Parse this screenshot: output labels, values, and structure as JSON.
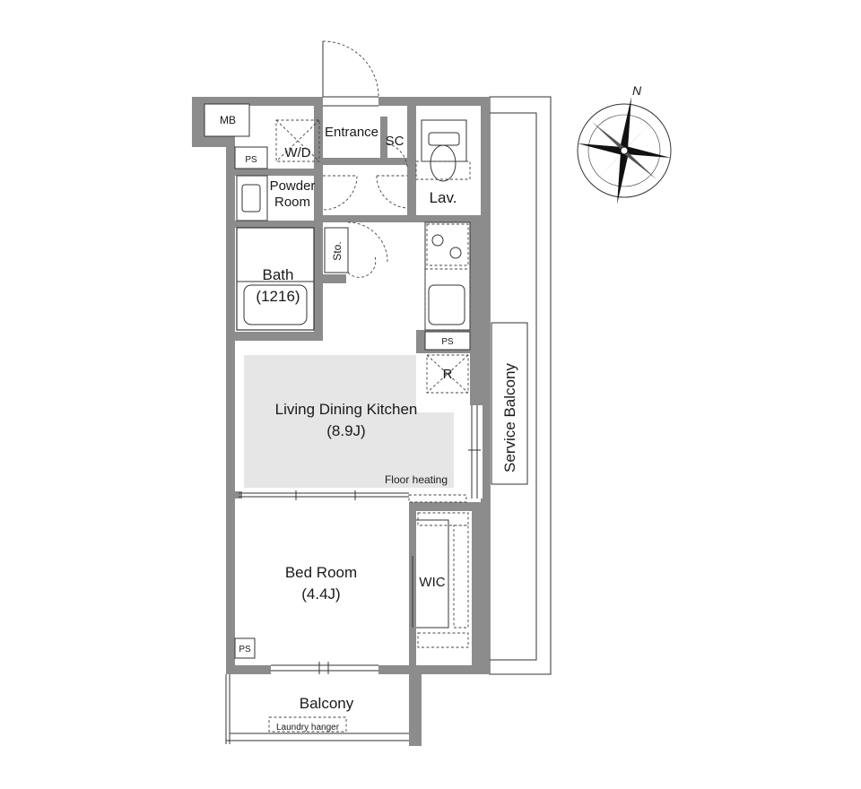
{
  "rooms": {
    "mb": "MB",
    "ps_top": "PS",
    "wd": "W/D",
    "entrance": "Entrance",
    "sc": "SC",
    "lav": "Lav.",
    "powder_line1": "Powder",
    "powder_line2": "Room",
    "sto": "Sto.",
    "bath": "Bath",
    "bath_size": "(1216)",
    "ps_kitchen": "PS",
    "fridge": "R",
    "ldk": "Living Dining Kitchen",
    "ldk_size": "(8.9J)",
    "floor_heating": "Floor heating",
    "service_balcony": "Service Balcony",
    "bedroom": "Bed Room",
    "bedroom_size": "(4.4J)",
    "wic": "WIC",
    "ps_bed": "PS",
    "balcony": "Balcony",
    "laundry": "Laundry hanger"
  },
  "compass": {
    "north": "N"
  },
  "colors": {
    "wall": "#8c8c8c",
    "floor_heating": "#e6e6e6",
    "line": "#333333"
  }
}
